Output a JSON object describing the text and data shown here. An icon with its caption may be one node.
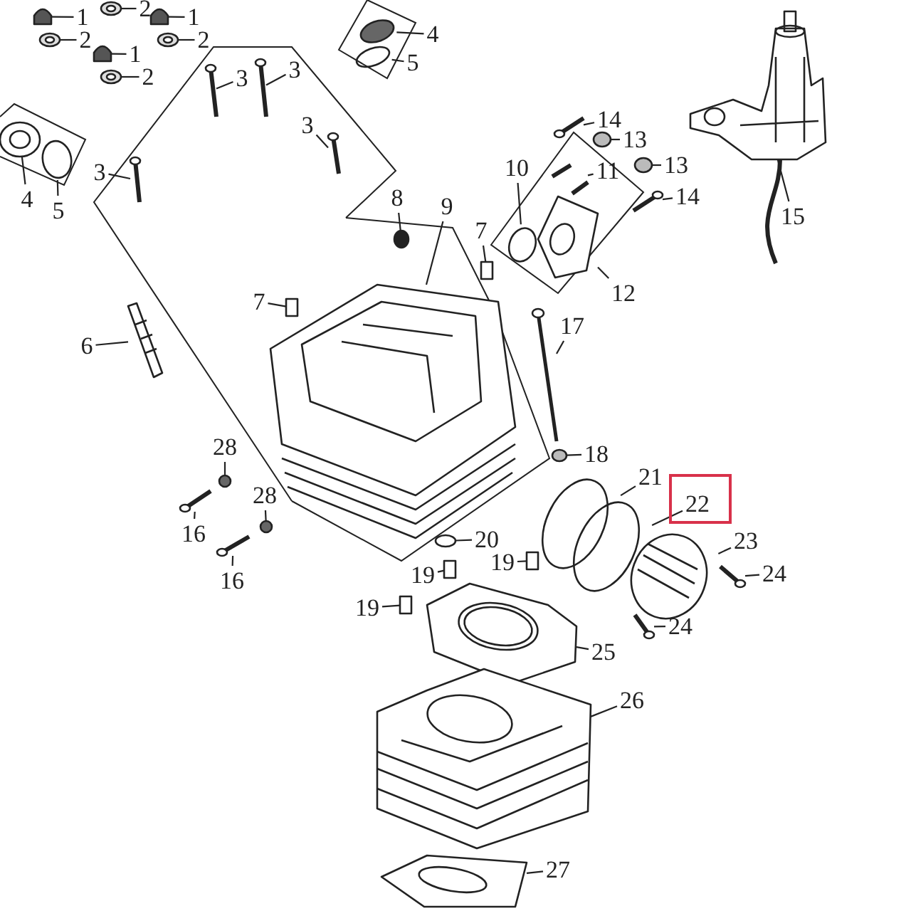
{
  "diagram": {
    "nodes": [
      {
        "text": [
          "2"
        ]
      },
      {
        "text": [
          "1"
        ]
      },
      {
        "text": [
          "1"
        ]
      },
      {
        "text": [
          "4"
        ]
      },
      {
        "text": [
          "2"
        ]
      },
      {
        "text": [
          "2"
        ]
      },
      {
        "text": [
          "1"
        ]
      },
      {
        "text": [
          "5"
        ]
      },
      {
        "text": [
          "3"
        ]
      },
      {
        "text": [
          "2"
        ]
      },
      {
        "text": [
          "3"
        ]
      },
      {
        "text": [
          "14"
        ]
      },
      {
        "text": [
          "3"
        ]
      },
      {
        "text": [
          "13"
        ]
      },
      {
        "text": [
          "13"
        ]
      },
      {
        "text": [
          "10"
        ]
      },
      {
        "text": [
          "3"
        ]
      },
      {
        "text": [
          "11"
        ]
      },
      {
        "text": [
          "14"
        ]
      },
      {
        "text": [
          "4"
        ]
      },
      {
        "text": [
          "8"
        ]
      },
      {
        "text": [
          "9"
        ]
      },
      {
        "text": [
          "5"
        ]
      },
      {
        "text": [
          "15"
        ]
      },
      {
        "text": [
          "7"
        ]
      },
      {
        "text": [
          "12"
        ]
      },
      {
        "text": [
          "7"
        ]
      },
      {
        "text": [
          "17"
        ]
      },
      {
        "text": [
          "6"
        ]
      },
      {
        "text": [
          "28"
        ]
      },
      {
        "text": [
          "18"
        ]
      },
      {
        "text": [
          "21"
        ]
      },
      {
        "text": [],
        "shape": "box"
      },
      {
        "text": [
          "22"
        ],
        "in": 32
      },
      {
        "text": [
          "28"
        ]
      },
      {
        "text": [
          "16"
        ]
      },
      {
        "text": [
          "20"
        ]
      },
      {
        "text": [
          "23"
        ]
      },
      {
        "text": [
          "19"
        ]
      },
      {
        "text": [
          "24"
        ]
      },
      {
        "text": [
          "19"
        ]
      },
      {
        "text": [
          "16"
        ]
      },
      {
        "text": [
          "19"
        ]
      },
      {
        "text": [
          "24"
        ]
      },
      {
        "text": [
          "25"
        ]
      },
      {
        "text": [
          "26"
        ]
      },
      {
        "text": [
          "27"
        ]
      },
      {
        "text": [],
        "shape": "circle"
      },
      {
        "text": [],
        "shape": "circle"
      },
      {
        "text": [],
        "shape": "circle"
      },
      {
        "text": [],
        "shape": "circle"
      },
      {
        "text": [],
        "shape": "circle"
      },
      {
        "text": [],
        "shape": "circle"
      },
      {
        "text": [],
        "shape": "circle"
      },
      {
        "text": [],
        "shape": "circle"
      },
      {
        "text": [],
        "shape": "picture"
      },
      {
        "text": [],
        "shape": "circle"
      },
      {
        "text": [],
        "shape": "picture"
      },
      {
        "text": [],
        "shape": "picture"
      },
      {
        "text": [],
        "shape": "picture"
      },
      {
        "text": [],
        "shape": "circle"
      },
      {
        "text": [],
        "shape": "circle"
      },
      {
        "text": [],
        "shape": "circle"
      },
      {
        "text": [],
        "shape": "picture"
      },
      {
        "text": [],
        "shape": "picture"
      },
      {
        "text": [],
        "shape": "picture"
      },
      {
        "text": [],
        "shape": "circle"
      },
      {
        "text": [],
        "shape": "circle"
      },
      {
        "text": [],
        "shape": "picture"
      },
      {
        "text": [],
        "shape": "circle"
      },
      {
        "text": [],
        "shape": "picture"
      },
      {
        "text": [],
        "shape": "box"
      },
      {
        "text": [],
        "shape": "picture"
      },
      {
        "text": [],
        "shape": "box"
      },
      {
        "text": [],
        "shape": "picture"
      },
      {
        "text": [],
        "shape": "picture"
      },
      {
        "text": [],
        "shape": "circle"
      },
      {
        "text": [],
        "shape": "circle"
      },
      {
        "text": [],
        "shape": "circle"
      },
      {
        "text": [],
        "shape": "circle"
      },
      {
        "text": [],
        "shape": "circle"
      },
      {
        "text": [],
        "shape": "picture"
      },
      {
        "text": [],
        "shape": "circle"
      },
      {
        "text": [],
        "shape": "picture"
      },
      {
        "text": [],
        "shape": "box"
      },
      {
        "text": [],
        "shape": "picture"
      },
      {
        "text": [],
        "shape": "box"
      },
      {
        "text": [],
        "shape": "picture"
      },
      {
        "text": [],
        "shape": "box"
      },
      {
        "text": [],
        "shape": "picture"
      },
      {
        "text": [],
        "shape": "picture"
      },
      {
        "text": [],
        "shape": "picture"
      },
      {
        "text": [],
        "shape": "picture"
      }
    ],
    "edges": [
      {
        "from": 0,
        "to": 47,
        "arrow": "none"
      },
      {
        "from": 1,
        "to": 48,
        "arrow": "none"
      },
      {
        "from": 2,
        "to": 49,
        "arrow": "none"
      },
      {
        "from": 3,
        "to": 50,
        "arrow": "none"
      },
      {
        "from": 4,
        "to": 51,
        "arrow": "none"
      },
      {
        "from": 5,
        "to": 52,
        "arrow": "none"
      },
      {
        "from": 6,
        "to": 53,
        "arrow": "none"
      },
      {
        "from": 7,
        "to": 54,
        "arrow": "none"
      },
      {
        "from": 8,
        "to": 55,
        "arrow": "none"
      },
      {
        "from": 9,
        "to": 56,
        "arrow": "none"
      },
      {
        "from": 10,
        "to": 57,
        "arrow": "none"
      },
      {
        "from": 11,
        "to": 58,
        "arrow": "none"
      },
      {
        "from": 12,
        "to": 59,
        "arrow": "none"
      },
      {
        "from": 13,
        "to": 60,
        "arrow": "none"
      },
      {
        "from": 14,
        "to": 61,
        "arrow": "none"
      },
      {
        "from": 15,
        "to": 62,
        "arrow": "none"
      },
      {
        "from": 16,
        "to": 63,
        "arrow": "none"
      },
      {
        "from": 17,
        "to": 64,
        "arrow": "none"
      },
      {
        "from": 18,
        "to": 65,
        "arrow": "none"
      },
      {
        "from": 19,
        "to": 66,
        "arrow": "none"
      },
      {
        "from": 20,
        "to": 67,
        "arrow": "none"
      },
      {
        "from": 21,
        "to": 68,
        "arrow": "none"
      },
      {
        "from": 22,
        "to": 69,
        "arrow": "none"
      },
      {
        "from": 23,
        "to": 70,
        "arrow": "none"
      },
      {
        "from": 24,
        "to": 71,
        "arrow": "none"
      },
      {
        "from": 25,
        "to": 72,
        "arrow": "none"
      },
      {
        "from": 26,
        "to": 73,
        "arrow": "none"
      },
      {
        "from": 27,
        "to": 74,
        "arrow": "none"
      },
      {
        "from": 28,
        "to": 75,
        "arrow": "none"
      },
      {
        "from": 29,
        "to": 76,
        "arrow": "none"
      },
      {
        "from": 30,
        "to": 77,
        "arrow": "none"
      },
      {
        "from": 31,
        "to": 78,
        "arrow": "none"
      },
      {
        "from": 33,
        "to": 79,
        "arrow": "none"
      },
      {
        "from": 34,
        "to": 80,
        "arrow": "none"
      },
      {
        "from": 35,
        "to": 81,
        "arrow": "none"
      },
      {
        "from": 36,
        "to": 82,
        "arrow": "none"
      },
      {
        "from": 37,
        "to": 83,
        "arrow": "none"
      },
      {
        "from": 38,
        "to": 84,
        "arrow": "none"
      },
      {
        "from": 39,
        "to": 85,
        "arrow": "none"
      },
      {
        "from": 40,
        "to": 86,
        "arrow": "none"
      },
      {
        "from": 41,
        "to": 87,
        "arrow": "none"
      },
      {
        "from": 42,
        "to": 88,
        "arrow": "none"
      },
      {
        "from": 43,
        "to": 89,
        "arrow": "none"
      },
      {
        "from": 44,
        "to": 90,
        "arrow": "none"
      },
      {
        "from": 45,
        "to": 91,
        "arrow": "none"
      },
      {
        "from": 46,
        "to": 92,
        "arrow": "none"
      }
    ]
  }
}
